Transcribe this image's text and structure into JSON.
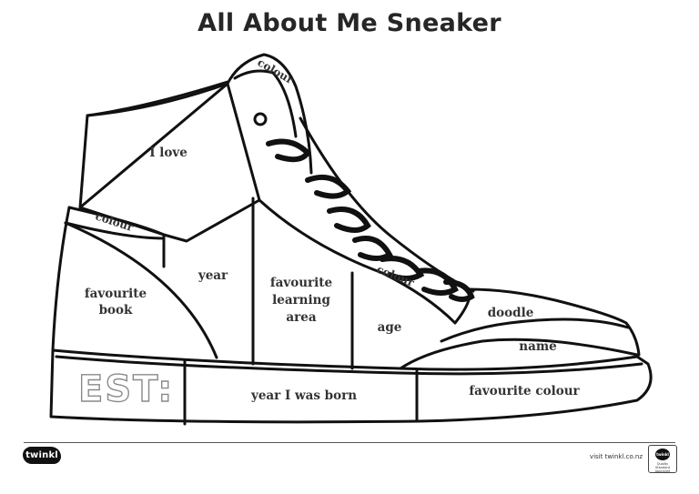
{
  "title": "All About Me Sneaker",
  "labels": {
    "colour_top": "colour",
    "i_love": "I love",
    "colour_side": "colour",
    "favourite_book_1": "favourite",
    "favourite_book_2": "book",
    "year": "year",
    "favourite_learning_1": "favourite",
    "favourite_learning_2": "learning",
    "favourite_learning_3": "area",
    "colour_laces": "colour",
    "age": "age",
    "doodle": "doodle",
    "name": "name",
    "est": "EST:",
    "year_born": "year I was born",
    "favourite_colour": "favourite colour"
  },
  "footer": {
    "brand": "twinkl",
    "visit": "visit twinkl.co.nz",
    "badge_brand": "twinkl",
    "badge_text": "Quality Standard Approved"
  },
  "colors": {
    "ink": "#111111",
    "paper": "#ffffff"
  }
}
